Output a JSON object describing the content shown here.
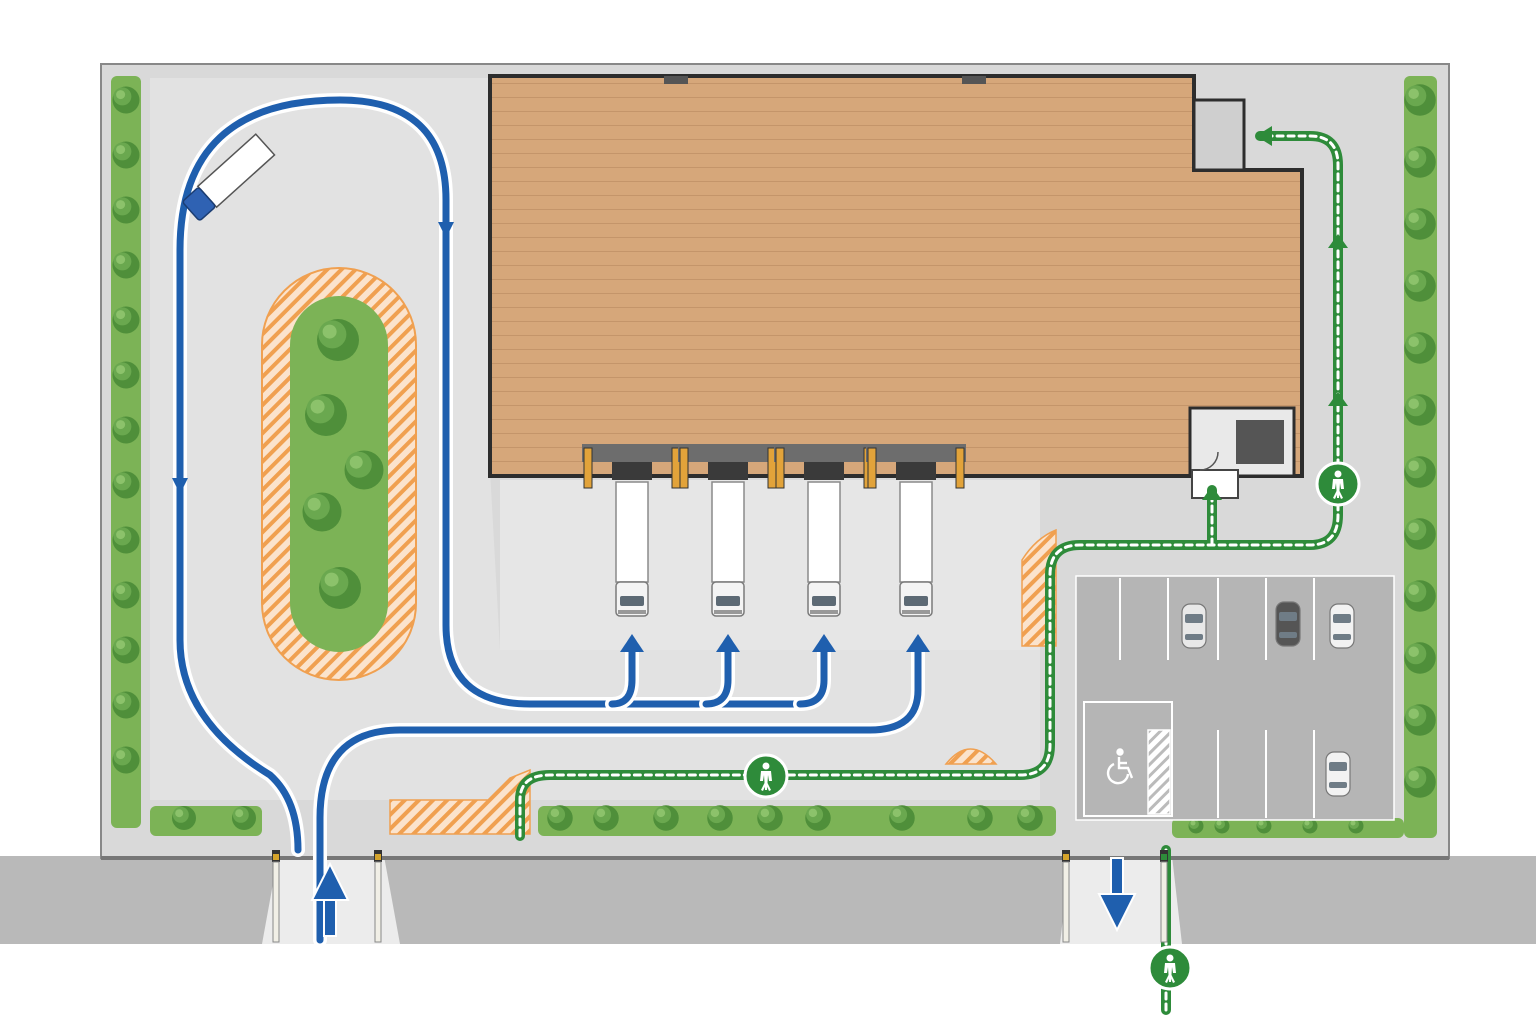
{
  "site_plan": {
    "colors": {
      "truck_route": "#1f5fae",
      "pedestrian_route": "#2e8b3a",
      "hatch": "#f0a050",
      "grass": "#7cb356",
      "building": "#d6a77a",
      "pavement": "#d9d9d9",
      "road": "#b9b9b9"
    },
    "symbols": {
      "pedestrian_markers": 3,
      "accessible_parking": "wheelchair-icon",
      "entry_arrow": "up-arrow",
      "exit_arrow": "down-arrow"
    },
    "loading_docks": [
      {
        "dock": 1
      },
      {
        "dock": 2
      },
      {
        "dock": 3
      },
      {
        "dock": 4
      }
    ],
    "parking_cars": [
      {
        "color": "#e8e8e8"
      },
      {
        "color": "#555555"
      },
      {
        "color": "#f2f2f2"
      },
      {
        "color": "#f2f2f2"
      }
    ]
  }
}
